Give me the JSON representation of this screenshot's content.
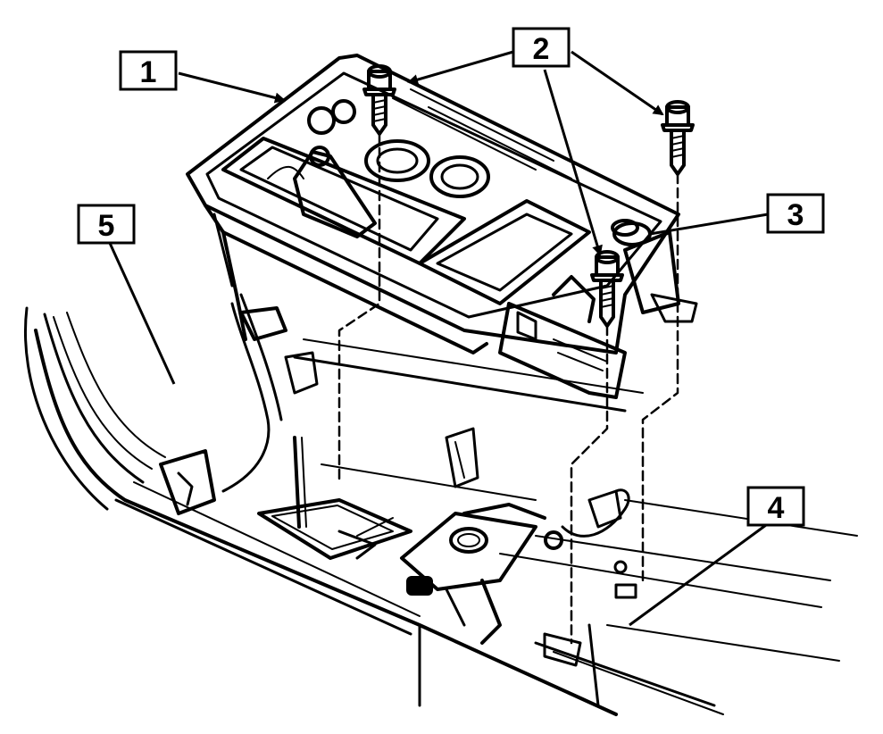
{
  "figure": {
    "callouts": [
      {
        "id": "1",
        "label": "1"
      },
      {
        "id": "2",
        "label": "2"
      },
      {
        "id": "3",
        "label": "3"
      },
      {
        "id": "4",
        "label": "4"
      },
      {
        "id": "5",
        "label": "5"
      }
    ]
  },
  "colors": {
    "ink": "#000000",
    "paper": "#ffffff"
  }
}
